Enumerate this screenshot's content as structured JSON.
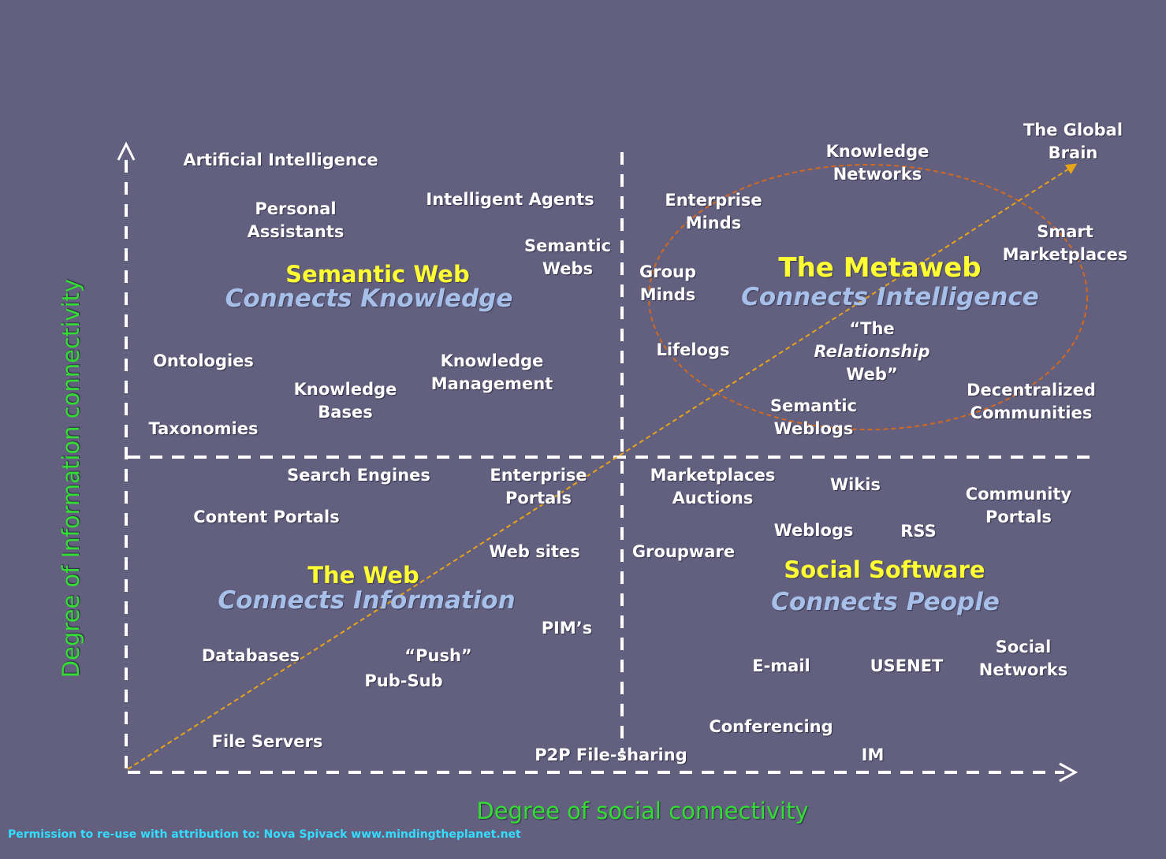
{
  "axes": {
    "x_label": "Degree of social connectivity",
    "y_label": "Degree of Information connectivity"
  },
  "quadrants": {
    "semantic_web": {
      "title": "Semantic Web",
      "subtitle": "Connects Knowledge"
    },
    "metaweb": {
      "title": "The Metaweb",
      "subtitle": "Connects Intelligence"
    },
    "the_web": {
      "title": "The Web",
      "subtitle": "Connects Information"
    },
    "social_software": {
      "title": "Social Software",
      "subtitle": "Connects People"
    }
  },
  "items": {
    "artificial_intelligence": "Artificial Intelligence",
    "personal_assistants": "Personal\nAssistants",
    "intelligent_agents": "Intelligent Agents",
    "semantic_webs": "Semantic\nWebs",
    "ontologies": "Ontologies",
    "knowledge_bases": "Knowledge\nBases",
    "knowledge_management": "Knowledge\nManagement",
    "taxonomies": "Taxonomies",
    "knowledge_networks": "Knowledge\nNetworks",
    "global_brain": "The Global\nBrain",
    "enterprise_minds": "Enterprise\nMinds",
    "smart_marketplaces": "Smart\nMarketplaces",
    "group_minds": "Group\nMinds",
    "lifelogs": "Lifelogs",
    "relationship_web_line1": "“The",
    "relationship_web_line2": "Relationship",
    "relationship_web_line3": "Web”",
    "decentralized_communities": "Decentralized\nCommunities",
    "semantic_weblogs": "Semantic\nWeblogs",
    "search_engines": "Search Engines",
    "enterprise_portals": "Enterprise\nPortals",
    "content_portals": "Content Portals",
    "web_sites": "Web sites",
    "pims": "PIM’s",
    "databases": "Databases",
    "push_line1": "“Push”",
    "push_line2": "Pub-Sub",
    "file_servers": "File Servers",
    "p2p_file_sharing": "P2P File-sharing",
    "marketplaces_auctions": "Marketplaces\nAuctions",
    "wikis": "Wikis",
    "community_portals": "Community\nPortals",
    "weblogs": "Weblogs",
    "rss": "RSS",
    "groupware": "Groupware",
    "email": "E-mail",
    "usenet": "USENET",
    "social_networks": "Social\nNetworks",
    "conferencing": "Conferencing",
    "im": "IM"
  },
  "credit": "Permission to re-use with attribution to: Nova Spivack www.mindingtheplanet.net",
  "colors": {
    "background": "#62607e",
    "axis_label": "#33dd33",
    "quadrant_title": "#ffff33",
    "quadrant_subtitle": "#a7c0ea",
    "trend_arrow": "#e8a417",
    "metaweb_ellipse": "#d2691e",
    "credit": "#33ddff"
  }
}
